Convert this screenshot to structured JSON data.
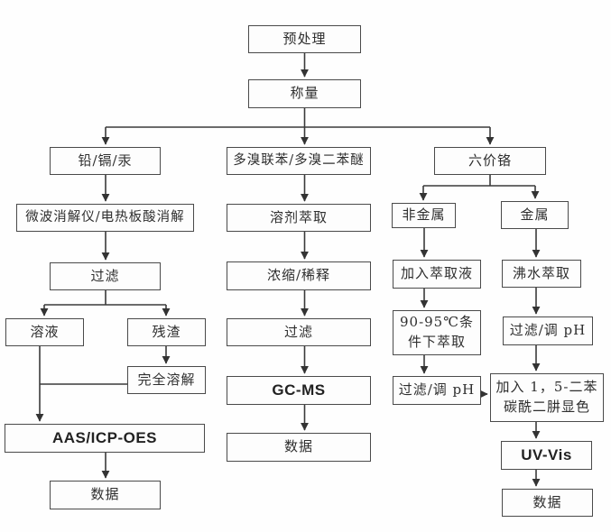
{
  "diagram": {
    "type": "flowchart",
    "language": "zh-CN",
    "background_color": "#fefefe",
    "box_border_color": "#4a4a4a",
    "line_color": "#3a3a3a",
    "text_color": "#2e2e2e"
  },
  "nodes": {
    "pretreatment": {
      "label": "预处理"
    },
    "weighing": {
      "label": "称量"
    },
    "pb_cd_hg": {
      "label": "铅/镉/汞"
    },
    "digestion": {
      "label": "微波消解仪/电热板酸消解"
    },
    "filter_left": {
      "label": "过滤"
    },
    "solution": {
      "label": "溶液"
    },
    "residue": {
      "label": "残渣"
    },
    "complete_dissolution": {
      "label": "完全溶解"
    },
    "aas_icp_oes": {
      "label": "AAS/ICP-OES"
    },
    "data_left": {
      "label": "数据"
    },
    "pbb_pbde": {
      "label": "多溴联苯/多溴二苯醚"
    },
    "solvent_extraction": {
      "label": "溶剂萃取"
    },
    "concentrate_dilute": {
      "label": "浓缩/稀释"
    },
    "filter_mid": {
      "label": "过滤"
    },
    "gc_ms": {
      "label": "GC-MS"
    },
    "data_mid": {
      "label": "数据"
    },
    "cr6": {
      "label": "六价铬"
    },
    "nonmetal": {
      "label": "非金属"
    },
    "metal": {
      "label": "金属"
    },
    "add_extractant": {
      "label": "加入萃取液"
    },
    "extract_90_95": {
      "label": "90-95℃条\n件下萃取"
    },
    "filter_ph_nonmetal": {
      "label": "过滤/调 pH"
    },
    "boiling_water": {
      "label": "沸水萃取"
    },
    "filter_ph_metal": {
      "label": "过滤/调 pH"
    },
    "color_reagent": {
      "label": "加入 1，5-二苯\n碳酰二肼显色"
    },
    "uv_vis": {
      "label": "UV-Vis"
    },
    "data_right": {
      "label": "数据"
    }
  },
  "edges": [
    {
      "from": "pretreatment",
      "to": "weighing"
    },
    {
      "from": "weighing",
      "to": "pb_cd_hg"
    },
    {
      "from": "weighing",
      "to": "pbb_pbde"
    },
    {
      "from": "weighing",
      "to": "cr6"
    },
    {
      "from": "pb_cd_hg",
      "to": "digestion"
    },
    {
      "from": "digestion",
      "to": "filter_left"
    },
    {
      "from": "filter_left",
      "to": "solution"
    },
    {
      "from": "filter_left",
      "to": "residue"
    },
    {
      "from": "residue",
      "to": "complete_dissolution"
    },
    {
      "from": "solution",
      "to": "aas_icp_oes"
    },
    {
      "from": "complete_dissolution",
      "to": "aas_icp_oes"
    },
    {
      "from": "aas_icp_oes",
      "to": "data_left"
    },
    {
      "from": "pbb_pbde",
      "to": "solvent_extraction"
    },
    {
      "from": "solvent_extraction",
      "to": "concentrate_dilute"
    },
    {
      "from": "concentrate_dilute",
      "to": "filter_mid"
    },
    {
      "from": "filter_mid",
      "to": "gc_ms"
    },
    {
      "from": "gc_ms",
      "to": "data_mid"
    },
    {
      "from": "cr6",
      "to": "nonmetal"
    },
    {
      "from": "cr6",
      "to": "metal"
    },
    {
      "from": "nonmetal",
      "to": "add_extractant"
    },
    {
      "from": "add_extractant",
      "to": "extract_90_95"
    },
    {
      "from": "extract_90_95",
      "to": "filter_ph_nonmetal"
    },
    {
      "from": "filter_ph_nonmetal",
      "to": "color_reagent"
    },
    {
      "from": "metal",
      "to": "boiling_water"
    },
    {
      "from": "boiling_water",
      "to": "filter_ph_metal"
    },
    {
      "from": "filter_ph_metal",
      "to": "color_reagent"
    },
    {
      "from": "color_reagent",
      "to": "uv_vis"
    },
    {
      "from": "uv_vis",
      "to": "data_right"
    }
  ]
}
